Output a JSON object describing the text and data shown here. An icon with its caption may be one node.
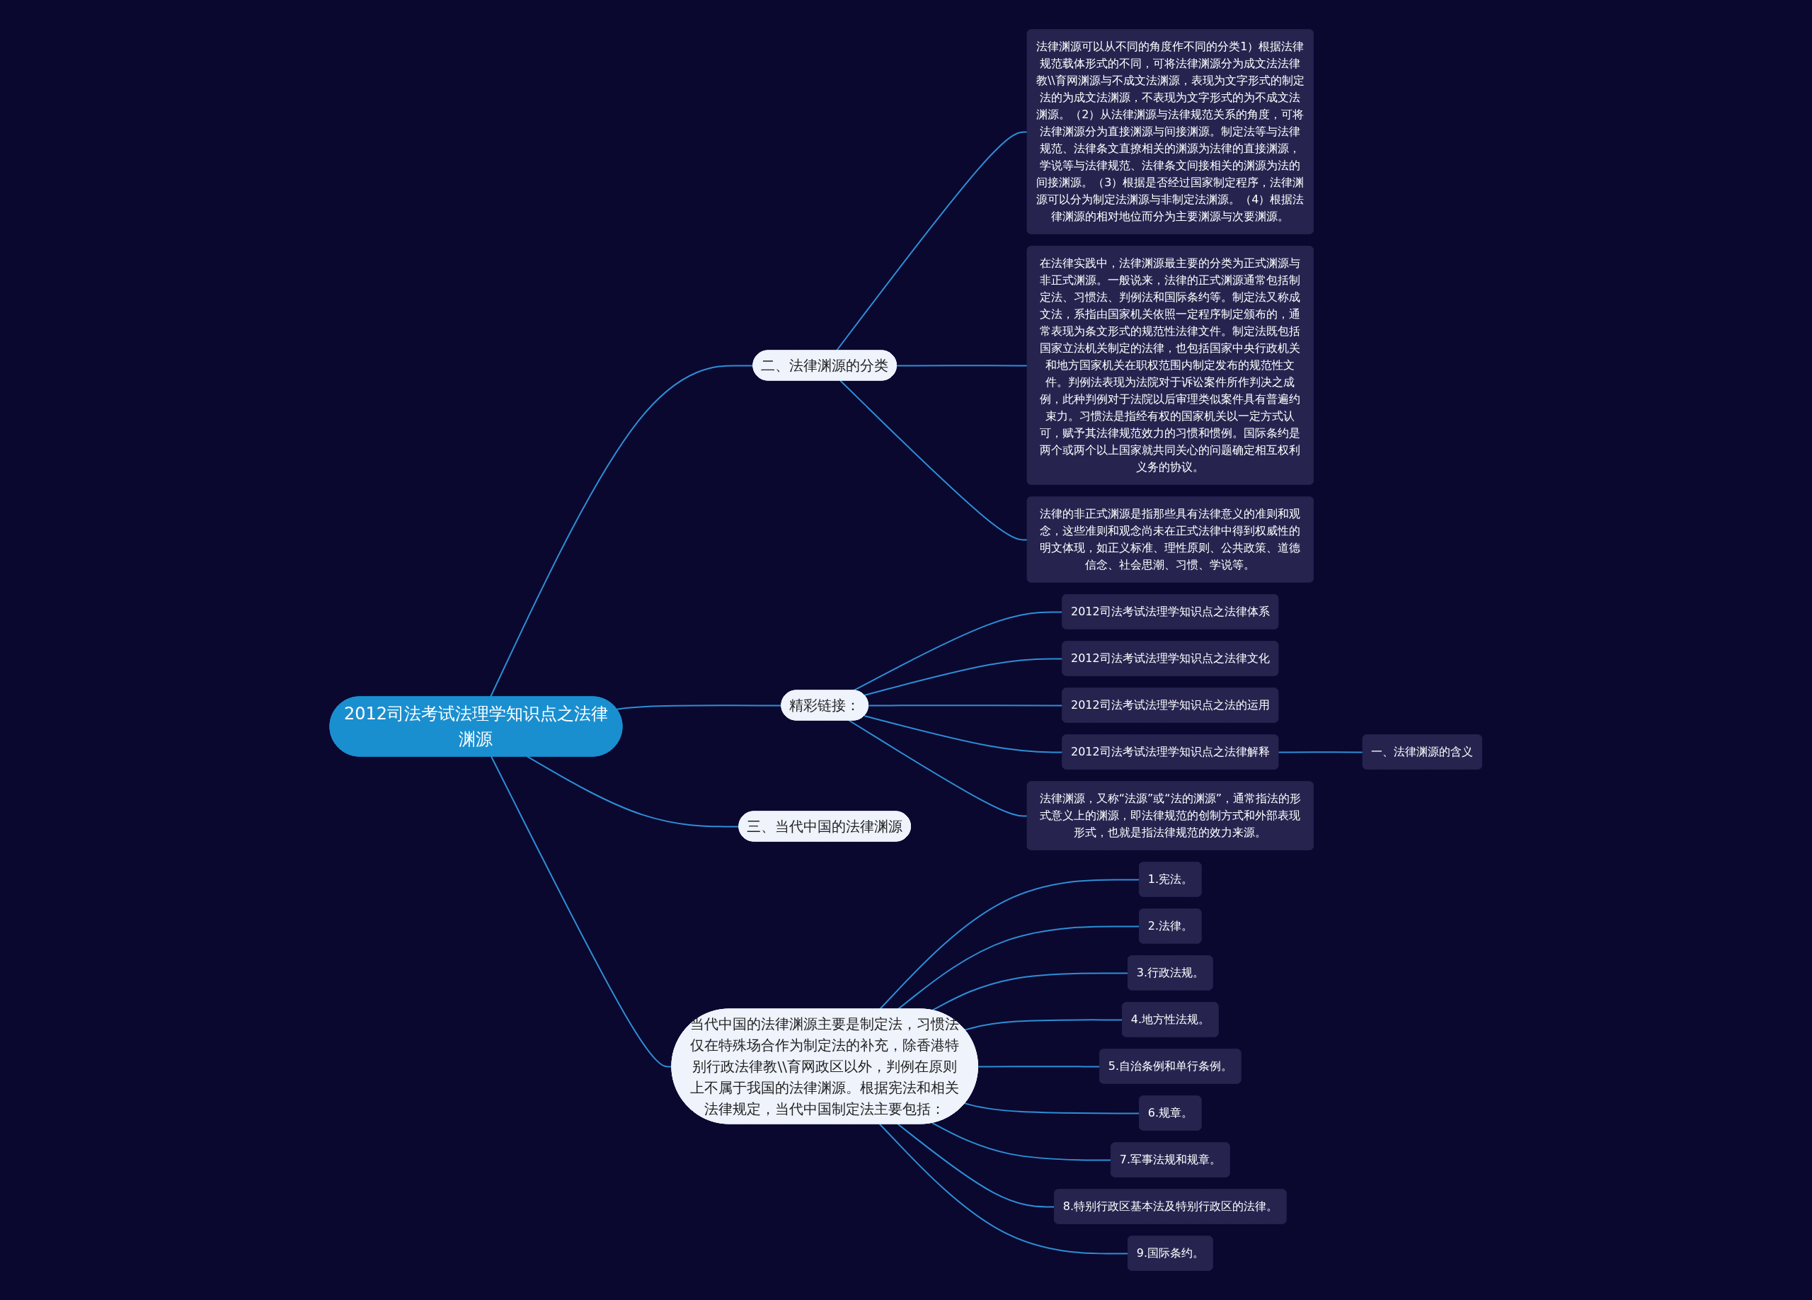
{
  "diagram": {
    "nodes": [
      {
        "text": [
          "2012司法考试法理学知识点之法律渊源"
        ]
      },
      {
        "text": [
          "二、法律渊源的分类"
        ]
      },
      {
        "text": [
          "法律渊源可以从不同的角度作不同的分类1）根据法律规范载体形式的不同，可将法律渊源分为成文法法律教\\\\育网渊源与不成文法渊源，表现为文字形式的制定法的为成文法渊源，不表现为文字形式的为不成文法渊源。（2）从法律渊源与法律规范关系的角度，可将法律渊源分为直接渊源与间接渊源。制定法等与法律规范、法律条文直撩相关的渊源为法律的直接渊源，学说等与法律规范、法律条文间接相关的渊源为法的间接渊源。（3）根据是否经过国家制定程序，法律渊源可以分为制定法渊源与非制定法渊源。（4）根据法律渊源的相对地位而分为主要渊源与次要渊源。"
        ]
      },
      {
        "text": [
          "在法律实践中，法律渊源最主要的分类为正式渊源与非正式渊源。一般说来，法律的正式渊源通常包括制定法、习惯法、判例法和国际条约等。制定法又称成文法，系指由国家机关依照一定程序制定颁布的，通常表现为条文形式的规范性法律文件。制定法既包括国家立法机关制定的法律，也包括国家中央行政机关和地方国家机关在职权范围内制定发布的规范性文件。判例法表现为法院对于诉讼案件所作判决之成例，此种判例对于法院以后审理类似案件具有普遍约束力。习惯法是指经有权的国家机关以一定方式认可，赋予其法律规范效力的习惯和惯例。国际条约是两个或两个以上国家就共同关心的问题确定相互权利义务的协议。"
        ]
      },
      {
        "text": [
          "法律的非正式渊源是指那些具有法律意义的准则和观念，这些准则和观念尚未在正式法律中得到权威性的明文体现，如正义标准、理性原则、公共政策、道德信念、社会思潮、习惯、学说等。"
        ]
      },
      {
        "text": [
          "精彩链接："
        ]
      },
      {
        "text": [
          "2012司法考试法理学知识点之法律体系"
        ]
      },
      {
        "text": [
          "2012司法考试法理学知识点之法律文化"
        ]
      },
      {
        "text": [
          "2012司法考试法理学知识点之法的运用"
        ]
      },
      {
        "text": [
          "2012司法考试法理学知识点之法律解释"
        ]
      },
      {
        "text": [
          "一、法律渊源的含义"
        ]
      },
      {
        "text": [
          "法律渊源，又称“法源”或“法的渊源”，通常指法的形式意义上的渊源，即法律规范的创制方式和外部表现形式，也就是指法律规范的效力来源。"
        ]
      },
      {
        "text": [
          "三、当代中国的法律渊源"
        ]
      },
      {
        "text": [
          "当代中国的法律渊源主要是制定法，习惯法仅在特殊场合作为制定法的补充，除香港特别行政法律教\\\\育网政区以外，判例在原则上不属于我国的法律渊源。根据宪法和相关法律规定，当代中国制定法主要包括："
        ]
      },
      {
        "text": [
          "1.宪法。"
        ]
      },
      {
        "text": [
          "2.法律。"
        ]
      },
      {
        "text": [
          "3.行政法规。"
        ]
      },
      {
        "text": [
          "4.地方性法规。"
        ]
      },
      {
        "text": [
          "5.自治条例和单行条例。"
        ]
      },
      {
        "text": [
          "6.规章。"
        ]
      },
      {
        "text": [
          "7.军事法规和规章。"
        ]
      },
      {
        "text": [
          "8.特别行政区基本法及特别行政区的法律。"
        ]
      },
      {
        "text": [
          "9.国际条约。"
        ]
      }
    ],
    "edges": [
      {
        "from": 0,
        "to": 1,
        "arrow": "none"
      },
      {
        "from": 1,
        "to": 2,
        "arrow": "none"
      },
      {
        "from": 1,
        "to": 3,
        "arrow": "none"
      },
      {
        "from": 1,
        "to": 4,
        "arrow": "none"
      },
      {
        "from": 0,
        "to": 5,
        "arrow": "none"
      },
      {
        "from": 5,
        "to": 6,
        "arrow": "none"
      },
      {
        "from": 5,
        "to": 7,
        "arrow": "none"
      },
      {
        "from": 5,
        "to": 8,
        "arrow": "none"
      },
      {
        "from": 5,
        "to": 9,
        "arrow": "none"
      },
      {
        "from": 9,
        "to": 10,
        "arrow": "none"
      },
      {
        "from": 5,
        "to": 11,
        "arrow": "none"
      },
      {
        "from": 0,
        "to": 12,
        "arrow": "none"
      },
      {
        "from": 0,
        "to": 13,
        "arrow": "none"
      },
      {
        "from": 13,
        "to": 14,
        "arrow": "none"
      },
      {
        "from": 13,
        "to": 15,
        "arrow": "none"
      },
      {
        "from": 13,
        "to": 16,
        "arrow": "none"
      },
      {
        "from": 13,
        "to": 17,
        "arrow": "none"
      },
      {
        "from": 13,
        "to": 18,
        "arrow": "none"
      },
      {
        "from": 13,
        "to": 19,
        "arrow": "none"
      },
      {
        "from": 13,
        "to": 20,
        "arrow": "none"
      },
      {
        "from": 13,
        "to": 21,
        "arrow": "none"
      },
      {
        "from": 13,
        "to": 22,
        "arrow": "none"
      }
    ]
  }
}
